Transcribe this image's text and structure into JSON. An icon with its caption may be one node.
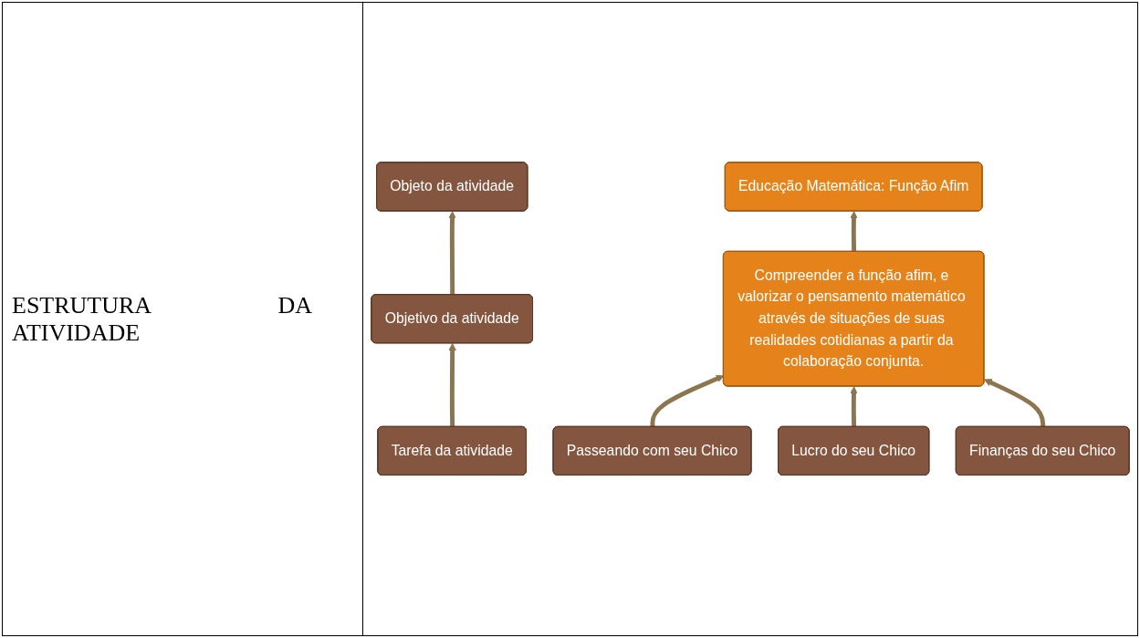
{
  "diagram": {
    "nodes": [
      {
        "text": [
          "Objeto da atividade"
        ]
      },
      {
        "text": [
          "Objetivo da atividade"
        ]
      },
      {
        "text": [
          "Tarefa da atividade"
        ]
      },
      {
        "text": [
          "Educação Matemática: Função Afim"
        ]
      },
      {
        "text": [
          "Compreender a função afim, e valorizar o pensamento matemático através de situações de suas realidades cotidianas a partir da colaboração conjunta."
        ]
      },
      {
        "text": [
          "Passeando com seu Chico"
        ]
      },
      {
        "text": [
          "Lucro do seu Chico"
        ]
      },
      {
        "text": [
          "Finanças do seu Chico"
        ]
      }
    ],
    "edges": [
      {
        "from": 2,
        "to": 1,
        "arrow": "to"
      },
      {
        "from": 1,
        "to": 0,
        "arrow": "to"
      },
      {
        "from": 4,
        "to": 3,
        "arrow": "to"
      },
      {
        "from": 5,
        "to": 4,
        "arrow": "to"
      },
      {
        "from": 6,
        "to": 4,
        "arrow": "to"
      },
      {
        "from": 7,
        "to": 4,
        "arrow": "to"
      }
    ],
    "labels": [
      "ESTRUTURA DA ATIVIDADE"
    ]
  }
}
